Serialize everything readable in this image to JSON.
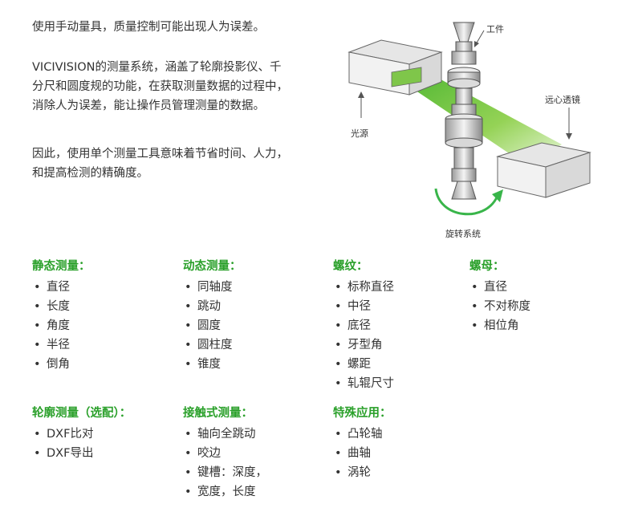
{
  "intro": {
    "p1": "使用手动量具，质量控制可能出现人为误差。",
    "p2_lines": [
      "VICIVISION的测量系统，涵盖了轮廓投影仪、千",
      "分尺和圆度规的功能，在获取测量数据的过程中，",
      "消除人为误差，能让操作员管理测量的数据。"
    ],
    "p3_lines": [
      "因此，使用单个测量工具意味着节省时间、人力，",
      "和提高检测的精确度。"
    ]
  },
  "figure": {
    "label_workpiece": "工件",
    "label_lightsource": "光源",
    "label_telecentric": "远心透镜",
    "label_rotation": "旋转系统"
  },
  "colors": {
    "accent": "#2aa02a",
    "beam": "#7ccd3a",
    "arrow": "#39b54a"
  },
  "categories": [
    {
      "title": "静态测量：",
      "items": [
        "直径",
        "长度",
        "角度",
        "半径",
        "倒角"
      ]
    },
    {
      "title": "动态测量：",
      "items": [
        "同轴度",
        "跳动",
        "圆度",
        "圆柱度",
        "锥度"
      ]
    },
    {
      "title": "螺纹：",
      "items": [
        "标称直径",
        "中径",
        "底径",
        "牙型角",
        "螺距",
        "轧辊尺寸"
      ]
    },
    {
      "title": "螺母：",
      "items": [
        "直径",
        "不对称度",
        "相位角"
      ]
    },
    {
      "title": "轮廓测量（选配）：",
      "items": [
        "DXF比对",
        "DXF导出"
      ]
    },
    {
      "title": "接触式测量：",
      "items": [
        "轴向全跳动",
        "咬边",
        "键槽：深度，",
        "宽度，长度"
      ]
    },
    {
      "title": "特殊应用：",
      "items": [
        "凸轮轴",
        "曲轴",
        "涡轮"
      ]
    }
  ],
  "bullet": "•"
}
